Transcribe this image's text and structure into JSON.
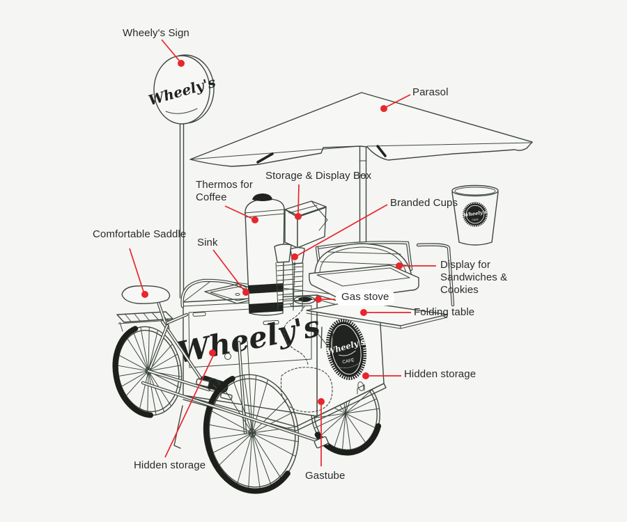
{
  "colors": {
    "background": "#f5f5f4",
    "line_art": "#3e483e",
    "ink": "#20231f",
    "accent_red": "#e8262c",
    "label_text": "#2a2a2a"
  },
  "artwork": {
    "sign_text": "Wheely's",
    "panel_text": "Wheely's",
    "badge_title": "Wheely's",
    "badge_subtitle": "CAFÉ",
    "cup_badge_title": "Wheely's",
    "cup_badge_subtitle": "CAFÉ"
  },
  "callouts": [
    {
      "id": "wheelys-sign",
      "text": "Wheely's Sign"
    },
    {
      "id": "parasol",
      "text": "Parasol"
    },
    {
      "id": "storage-display-box",
      "text": "Storage & Display Box"
    },
    {
      "id": "thermos-for-coffee",
      "text": "Thermos for Coffee"
    },
    {
      "id": "comfortable-saddle",
      "text": "Comfortable Saddle"
    },
    {
      "id": "sink",
      "text": "Sink"
    },
    {
      "id": "branded-cups",
      "text": "Branded Cups"
    },
    {
      "id": "display-sandwiches",
      "text": "Display for Sandwiches & Cookies"
    },
    {
      "id": "gas-stove",
      "text": "Gas stove"
    },
    {
      "id": "folding-table",
      "text": "Folding table"
    },
    {
      "id": "hidden-storage-side",
      "text": "Hidden storage"
    },
    {
      "id": "hidden-storage-front",
      "text": "Hidden storage"
    },
    {
      "id": "gastube",
      "text": "Gastube"
    }
  ]
}
